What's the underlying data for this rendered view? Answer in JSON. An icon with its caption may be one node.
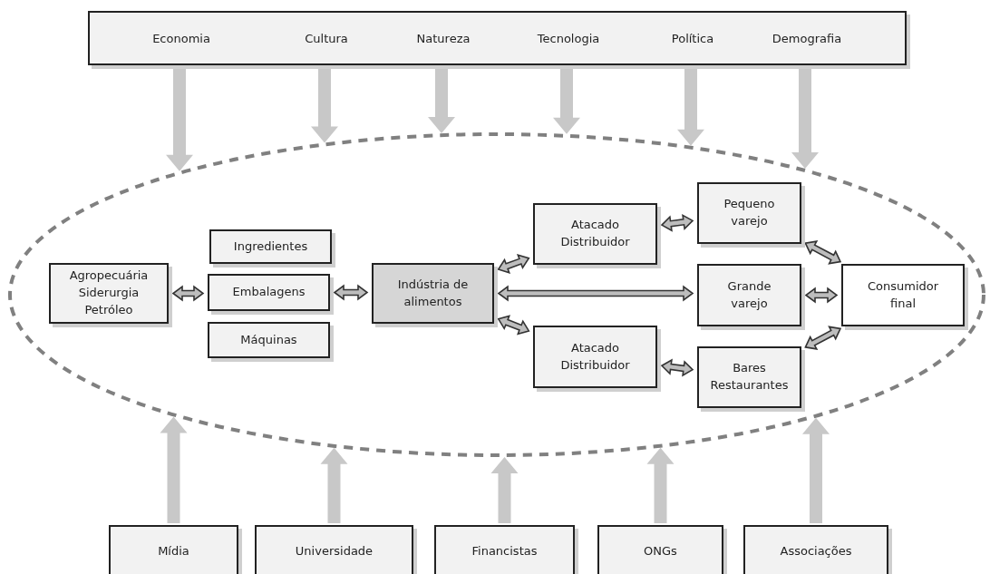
{
  "diagram": {
    "nodes": [
      {
        "text": [
          "Economia",
          "Cultura",
          "Natureza",
          "Tecnologia",
          "Política",
          "Demografia"
        ]
      },
      {
        "text": [],
        "shape": "ellipse"
      },
      {
        "text": [
          "Agropecuária Siderurgia Petróleo"
        ],
        "in": 1
      },
      {
        "text": [
          "Ingredientes"
        ],
        "in": 1
      },
      {
        "text": [
          "Embalagens"
        ],
        "in": 1
      },
      {
        "text": [
          "Máquinas"
        ],
        "in": 1
      },
      {
        "text": [
          "Indústria de alimentos"
        ],
        "in": 1
      },
      {
        "text": [
          "Atacado Distribuidor"
        ],
        "in": 1
      },
      {
        "text": [
          "Pequeno varejo"
        ],
        "in": 1
      },
      {
        "text": [
          "Grande varejo"
        ],
        "in": 1
      },
      {
        "text": [
          "Consumidor final"
        ],
        "in": 1
      },
      {
        "text": [
          "Atacado Distribuidor"
        ],
        "in": 1
      },
      {
        "text": [
          "Bares Restaurantes"
        ],
        "in": 1
      },
      {
        "text": [
          "Mídia"
        ]
      },
      {
        "text": [
          "Universidade"
        ]
      },
      {
        "text": [
          "Financistas"
        ]
      },
      {
        "text": [
          "ONGs"
        ]
      },
      {
        "text": [
          "Associações"
        ]
      }
    ],
    "edges": [
      {
        "from": 0,
        "to": 1,
        "arrow": "to",
        "style": "thick"
      },
      {
        "from": 0,
        "to": 1,
        "arrow": "to",
        "style": "thick"
      },
      {
        "from": 0,
        "to": 1,
        "arrow": "to",
        "style": "thick"
      },
      {
        "from": 0,
        "to": 1,
        "arrow": "to",
        "style": "thick"
      },
      {
        "from": 0,
        "to": 1,
        "arrow": "to",
        "style": "thick"
      },
      {
        "from": 0,
        "to": 1,
        "arrow": "to",
        "style": "thick"
      },
      {
        "from": 2,
        "to": 4,
        "arrow": "both"
      },
      {
        "from": 4,
        "to": 6,
        "arrow": "both"
      },
      {
        "from": 6,
        "to": 7,
        "arrow": "both"
      },
      {
        "from": 6,
        "to": 9,
        "arrow": "both"
      },
      {
        "from": 6,
        "to": 11,
        "arrow": "both"
      },
      {
        "from": 7,
        "to": 8,
        "arrow": "both"
      },
      {
        "from": 11,
        "to": 12,
        "arrow": "both"
      },
      {
        "from": 8,
        "to": 10,
        "arrow": "both"
      },
      {
        "from": 9,
        "to": 10,
        "arrow": "both"
      },
      {
        "from": 12,
        "to": 10,
        "arrow": "both"
      },
      {
        "from": 13,
        "to": 1,
        "arrow": "to",
        "style": "thick"
      },
      {
        "from": 14,
        "to": 1,
        "arrow": "to",
        "style": "thick"
      },
      {
        "from": 15,
        "to": 1,
        "arrow": "to",
        "style": "thick"
      },
      {
        "from": 16,
        "to": 1,
        "arrow": "to",
        "style": "thick"
      },
      {
        "from": 17,
        "to": 1,
        "arrow": "to",
        "style": "thick"
      }
    ]
  }
}
